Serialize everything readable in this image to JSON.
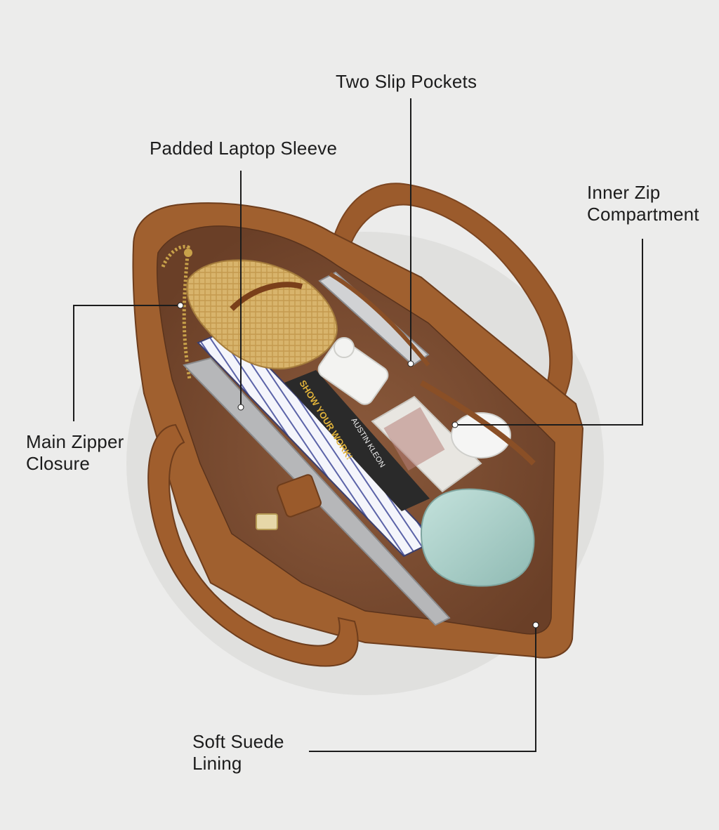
{
  "callouts": {
    "two_slip_pockets": [
      "Two Slip Pockets"
    ],
    "padded_laptop_sleeve": [
      "Padded Laptop Sleeve"
    ],
    "inner_zip_compartment": [
      "Inner Zip",
      "Compartment"
    ],
    "main_zipper_closure": [
      "Main Zipper",
      "Closure"
    ],
    "soft_suede_lining": [
      "Soft Suede",
      "Lining"
    ]
  },
  "book_cover_text": {
    "title": "SHOW YOUR WORK!",
    "author": "AUSTIN KLEON"
  },
  "colors": {
    "background": "#ececeb",
    "leather": "#9a5a2c",
    "suede_lining": "#7a4d33",
    "leader_line": "#1c1c1c",
    "bottle": "#a9cfc8",
    "book": "#2a2a2a",
    "book_text": "#e0b23a",
    "woven_pouch": "#d6b36a"
  }
}
